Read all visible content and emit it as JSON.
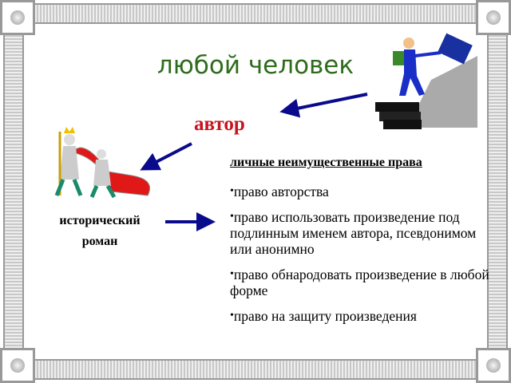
{
  "slide": {
    "title": "любой человек",
    "author_label": "автор",
    "novel_label_line1": "исторический",
    "novel_label_line2": "роман",
    "rights_heading": "личные неимущественные права",
    "rights": [
      "право авторства",
      "право использовать произведение под подлинным именем автора, псевдонимом или анонимно",
      "право обнародовать произведение в любой форме",
      "право на защиту произведения"
    ]
  },
  "colors": {
    "title": "#2f6b1c",
    "author": "#c8141e",
    "arrow": "#0a0a8c"
  }
}
